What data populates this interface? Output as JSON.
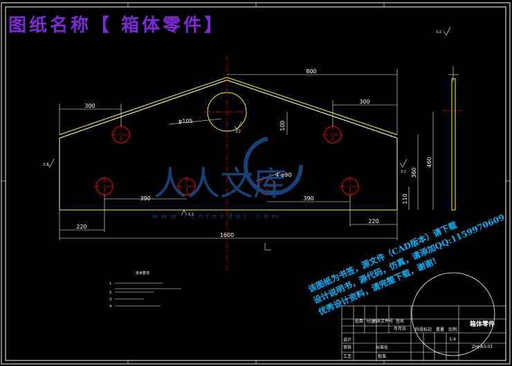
{
  "title_banner": "图纸名称【 箱体零件】",
  "dimensions": {
    "d800": "800",
    "d300_left": "300",
    "d300_right": "300",
    "d100": "100",
    "d105": "φ105",
    "d460": "460",
    "d360": "360",
    "d110": "110",
    "d4_90": "4-φ90",
    "d390_left": "390",
    "d390_right": "390",
    "d220_left": "220",
    "d220_right": "220",
    "d1600": "1600"
  },
  "roughness_marks": [
    "3.2",
    "3.2",
    "3.2",
    "3.2",
    "3.2"
  ],
  "tech_notes": {
    "heading": "技术要求",
    "lines": [
      "1.",
      "2.",
      "3.",
      "4."
    ]
  },
  "watermark": {
    "logo_text": "人人文库",
    "url": "www.renrendoc.com",
    "line1": "该图纸为书签，源文件（CAD版本）请下载",
    "line2": "设计说明书，源代码，仿真，请添加QQ:1159970609",
    "line3": "优秀设计资料，请完整下载，谢谢！"
  },
  "title_block": {
    "part_name": "箱体零件",
    "drawing_no": "ZHJ-A3-03",
    "scale": "1:4",
    "labels": [
      "设计",
      "审核",
      "工艺",
      "标准化",
      "批准",
      "处数",
      "分区",
      "更改文件号",
      "签名",
      "年月日",
      "阶段标记",
      "重量",
      "比例"
    ]
  },
  "colors": {
    "line": "#ffffff",
    "outline": "#ffff00",
    "center": "#ff0000",
    "banner": "#7c2bd8",
    "watermark": "#00b7ff",
    "logo": "#1a4f8c"
  }
}
